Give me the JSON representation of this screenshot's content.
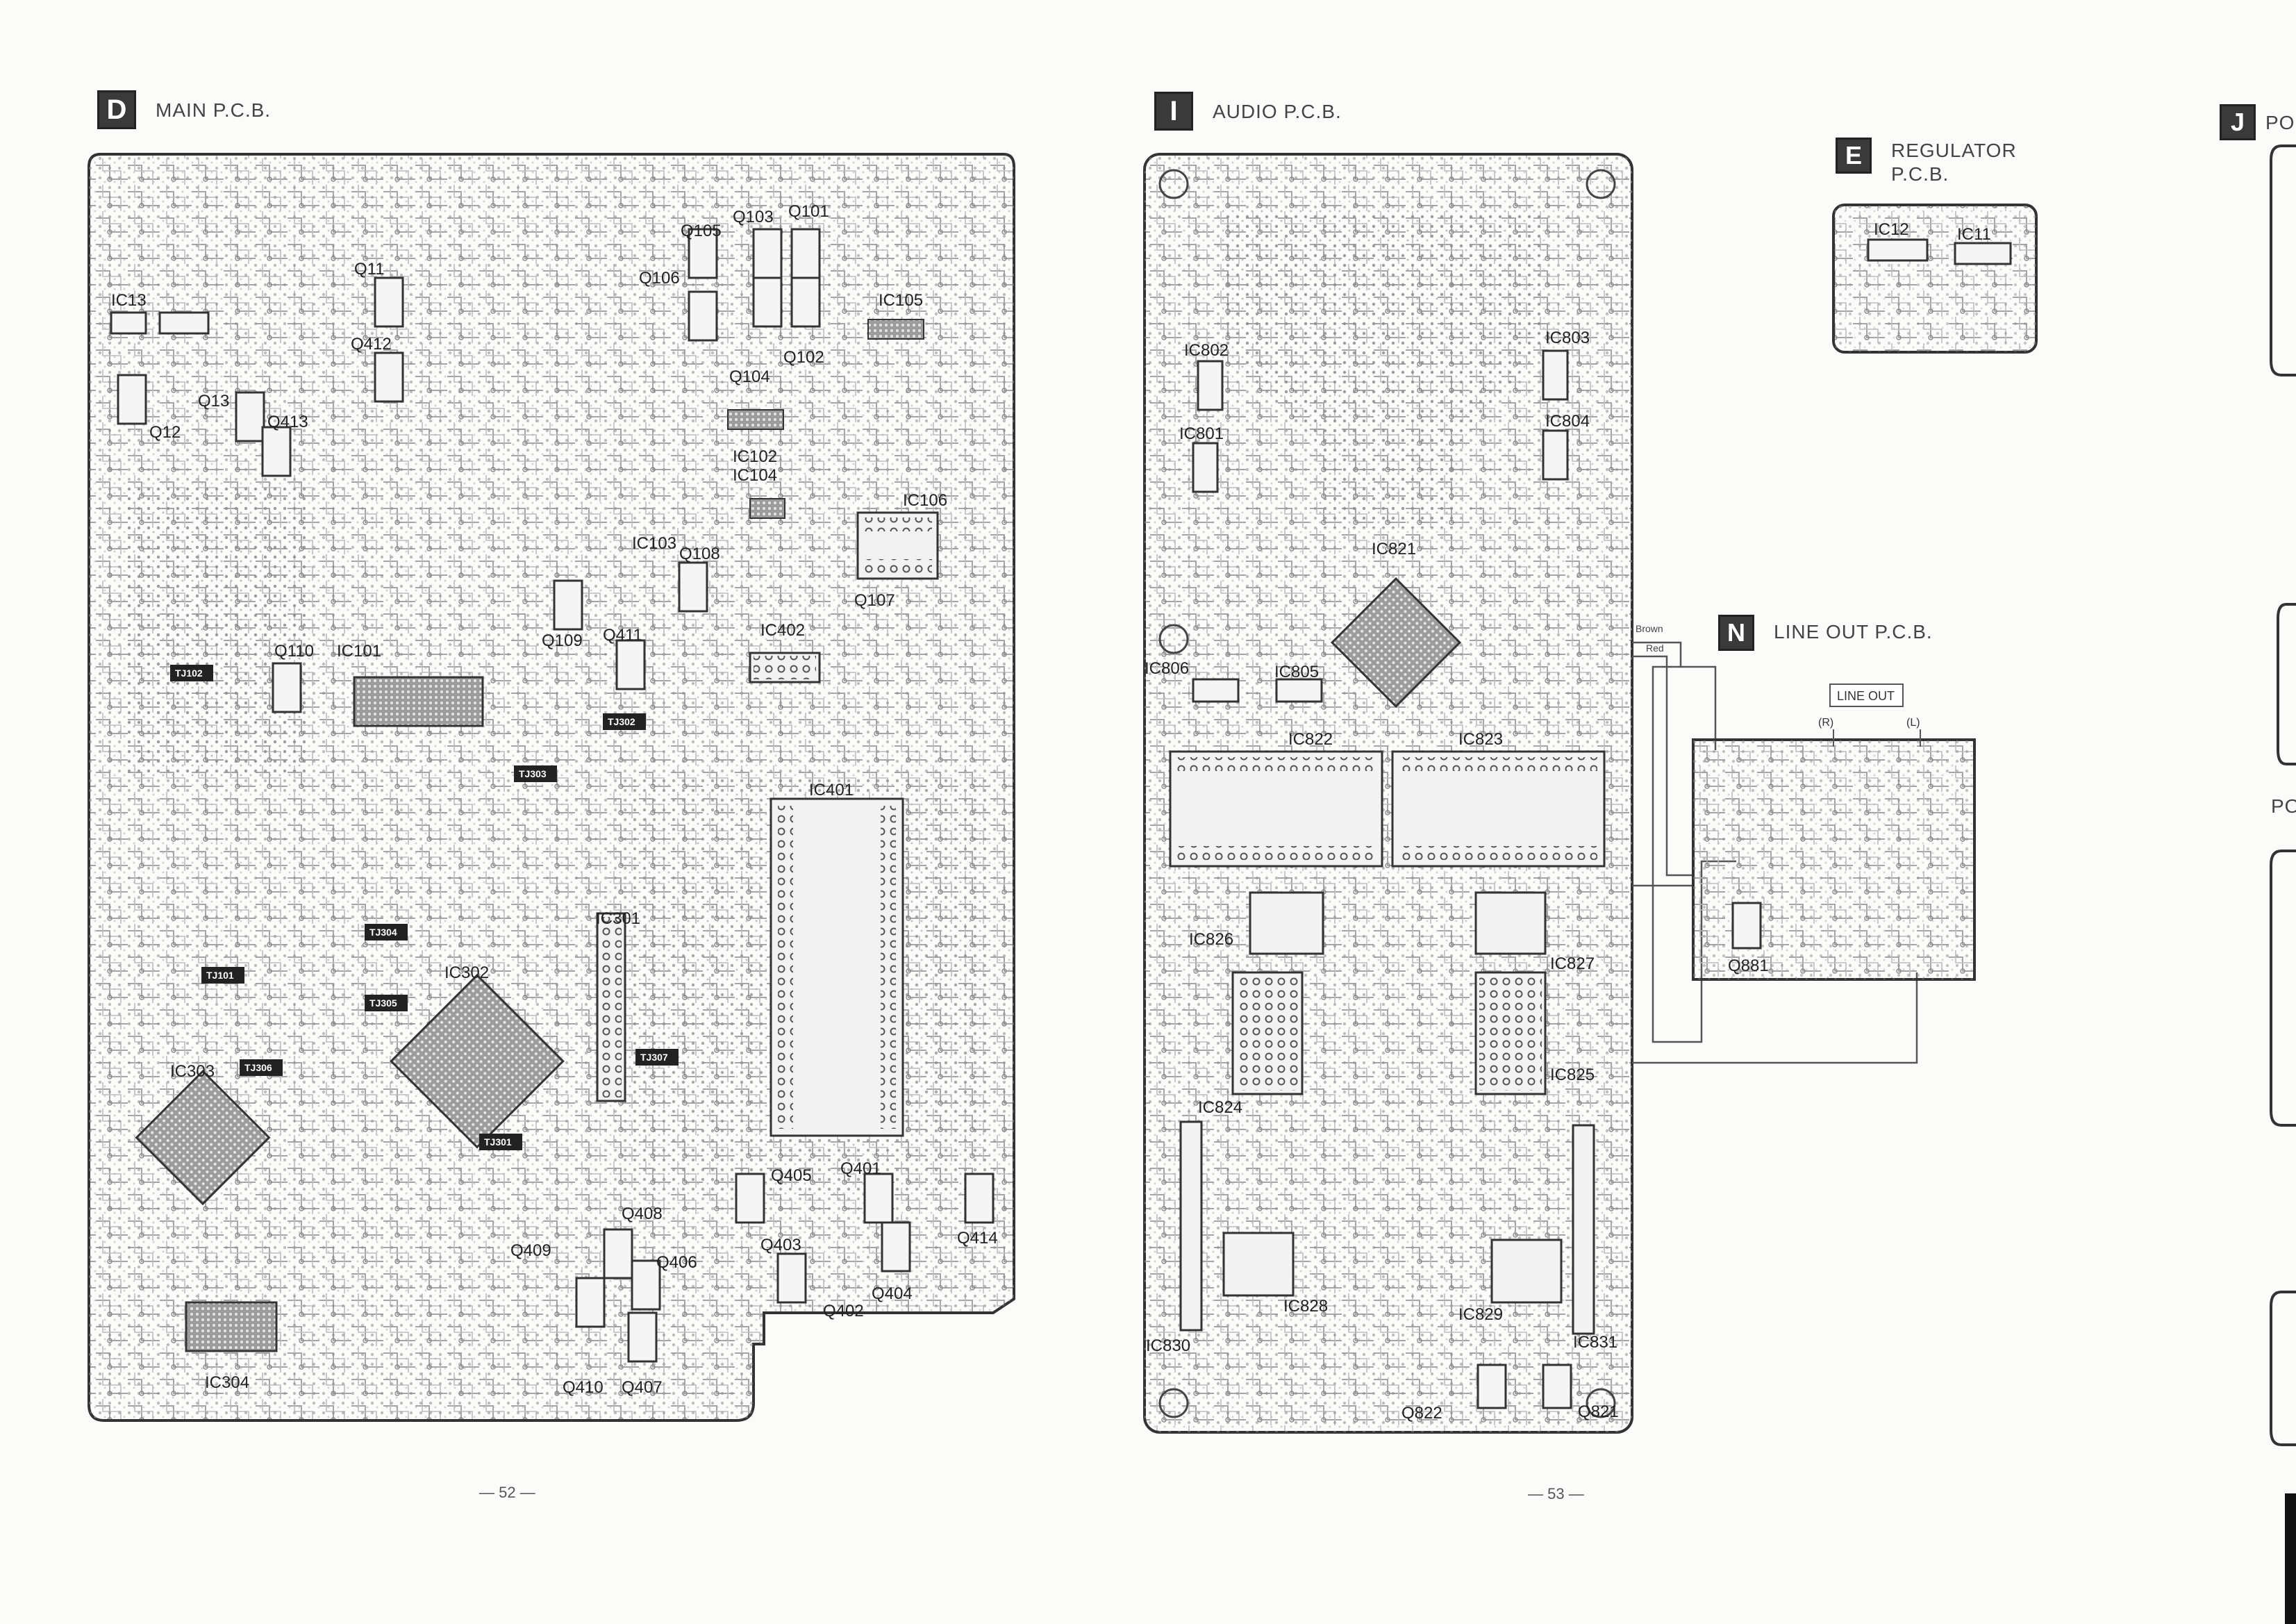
{
  "sections": {
    "main": {
      "letter": "D",
      "title": "MAIN P.C.B."
    },
    "audio": {
      "letter": "I",
      "title": "AUDIO P.C.B."
    },
    "regulator": {
      "letter": "E",
      "title": "REGULATOR\nP.C.B."
    },
    "lineout": {
      "letter": "N",
      "title": "LINE OUT P.C.B."
    },
    "next": {
      "letter": "J",
      "title": "PO"
    },
    "next_lower": {
      "title": "PO"
    }
  },
  "page_numbers": {
    "left": "— 52 —",
    "right": "— 53 —"
  },
  "lineout_box": {
    "title": "LINE OUT",
    "right": "(R)",
    "left": "(L)"
  },
  "wire_colors": {
    "brown": "Brown",
    "red": "Red"
  },
  "main_labels": {
    "ic101": "IC101",
    "ic102": "IC102",
    "ic103": "IC103",
    "ic104": "IC104",
    "ic105": "IC105",
    "ic106": "IC106",
    "ic13": "IC13",
    "ic301": "IC301",
    "ic302": "IC302",
    "ic303": "IC303",
    "ic304": "IC304",
    "ic401": "IC401",
    "ic402": "IC402",
    "q11": "Q11",
    "q12": "Q12",
    "q13": "Q13",
    "q101": "Q101",
    "q102": "Q102",
    "q103": "Q103",
    "q104": "Q104",
    "q105": "Q105",
    "q106": "Q106",
    "q107": "Q107",
    "q108": "Q108",
    "q109": "Q109",
    "q110": "Q110",
    "q401": "Q401",
    "q402": "Q402",
    "q403": "Q403",
    "q404": "Q404",
    "q405": "Q405",
    "q406": "Q406",
    "q407": "Q407",
    "q408": "Q408",
    "q409": "Q409",
    "q410": "Q410",
    "q411": "Q411",
    "q412": "Q412",
    "q413": "Q413",
    "q414": "Q414",
    "tj102": "TJ102",
    "tj101": "TJ101",
    "tj301": "TJ301",
    "tj302": "TJ302",
    "tj303": "TJ303",
    "tj304": "TJ304",
    "tj305": "TJ305",
    "tj306": "TJ306",
    "tj307": "TJ307"
  },
  "audio_labels": {
    "ic801": "IC801",
    "ic802": "IC802",
    "ic803": "IC803",
    "ic804": "IC804",
    "ic805": "IC805",
    "ic806": "IC806",
    "ic821": "IC821",
    "ic822": "IC822",
    "ic823": "IC823",
    "ic824": "IC824",
    "ic825": "IC825",
    "ic826": "IC826",
    "ic827": "IC827",
    "ic828": "IC828",
    "ic829": "IC829",
    "ic830": "IC830",
    "ic831": "IC831",
    "q821": "Q821",
    "q822": "Q822"
  },
  "regulator_labels": {
    "ic11": "IC11",
    "ic12": "IC12"
  },
  "lineout_labels": {
    "q881": "Q881"
  }
}
